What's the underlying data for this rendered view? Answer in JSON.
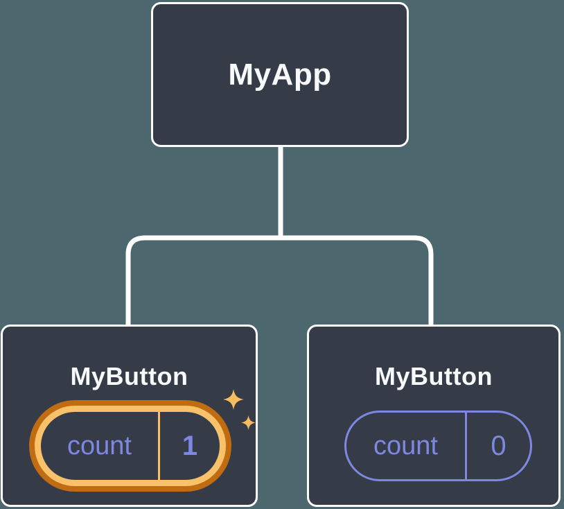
{
  "colors": {
    "background": "#4c676d",
    "node_fill": "#353c48",
    "node_border": "#ffffff",
    "edge": "#ffffff",
    "text_primary": "#f7f9fb",
    "state_accent": "#7e88e2",
    "highlight_ring_outer": "#c06c12",
    "highlight_ring_inner": "#f9c169",
    "sparkle": "#f7bc5f"
  },
  "tree": {
    "root": {
      "label": "MyApp"
    },
    "children": [
      {
        "label": "MyButton",
        "state_name": "count",
        "state_value": "1",
        "highlighted": true
      },
      {
        "label": "MyButton",
        "state_name": "count",
        "state_value": "0",
        "highlighted": false
      }
    ]
  }
}
